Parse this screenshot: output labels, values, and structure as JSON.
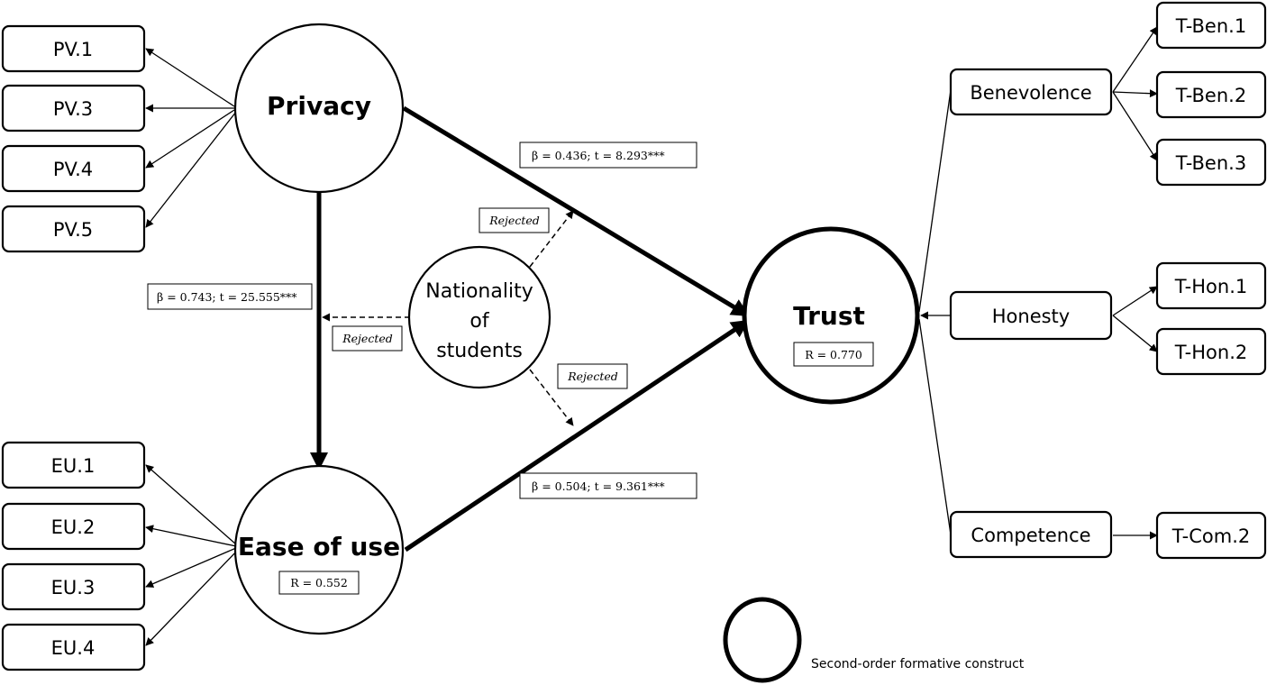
{
  "constructs": {
    "privacy": "Privacy",
    "ease_of_use": "Ease of use",
    "trust": "Trust",
    "nationality": [
      "Nationality",
      "of",
      "students"
    ]
  },
  "indicators": {
    "privacy": [
      "PV.1",
      "PV.3",
      "PV.4",
      "PV.5"
    ],
    "ease_of_use": [
      "EU.1",
      "EU.2",
      "EU.3",
      "EU.4"
    ]
  },
  "trust_dimensions": {
    "benevolence": {
      "label": "Benevolence",
      "items": [
        "T-Ben.1",
        "T-Ben.2",
        "T-Ben.3"
      ]
    },
    "honesty": {
      "label": "Honesty",
      "items": [
        "T-Hon.1",
        "T-Hon.2"
      ]
    },
    "competence": {
      "label": "Competence",
      "items": [
        "T-Com.2"
      ]
    }
  },
  "paths": {
    "privacy_to_trust": "β = 0.436; t = 8.293***",
    "privacy_to_ease": "β = 0.743; t = 25.555***",
    "ease_to_trust": "β = 0.504; t = 9.361***"
  },
  "r_values": {
    "ease_of_use": "R = 0.552",
    "trust": "R = 0.770"
  },
  "moderation": {
    "rejected_labels": [
      "Rejected",
      "Rejected",
      "Rejected"
    ]
  },
  "legend": {
    "text": "Second-order formative construct"
  }
}
